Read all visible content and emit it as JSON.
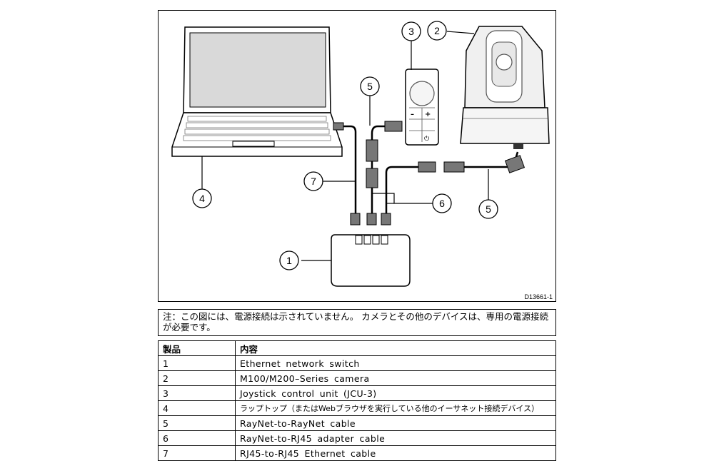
{
  "diagram": {
    "figure_id": "D13661-1",
    "callouts": [
      "1",
      "2",
      "3",
      "4",
      "5",
      "5",
      "6",
      "7"
    ]
  },
  "note": "注：この図には、電源接続は示されていません。 カメラとその他のデバイスは、専用の電源接続が必要です。",
  "table": {
    "headers": [
      "製品",
      "内容"
    ],
    "rows": [
      {
        "num": "1",
        "desc": "Ethernet network switch"
      },
      {
        "num": "2",
        "desc": "M100/M200–Series camera"
      },
      {
        "num": "3",
        "desc": "Joystick control unit (JCU-3)"
      },
      {
        "num": "4",
        "desc": "ラップトップ（またはWebブラウザを実行している他のイーサネット接続デバイス）"
      },
      {
        "num": "5",
        "desc": "RayNet-to-RayNet cable"
      },
      {
        "num": "6",
        "desc": "RayNet-to-RJ45 adapter cable"
      },
      {
        "num": "7",
        "desc": "RJ45-to-RJ45 Ethernet cable"
      }
    ]
  }
}
